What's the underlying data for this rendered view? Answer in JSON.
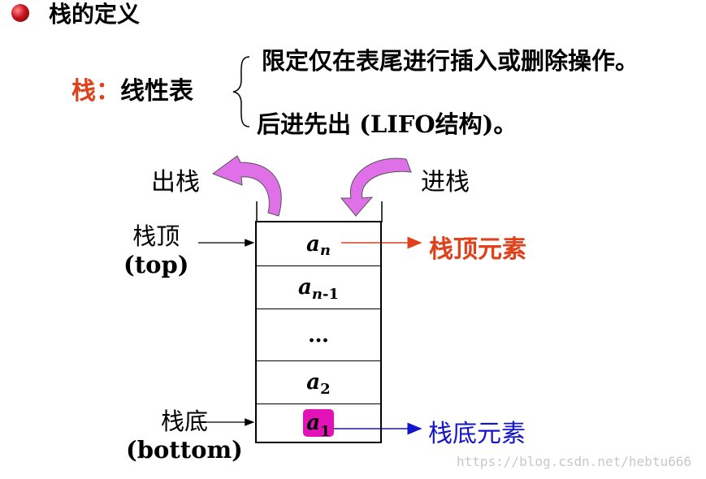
{
  "heading": "栈的定义",
  "term": {
    "name": "栈：",
    "kind": "线性表"
  },
  "rules": [
    "限定仅在表尾进行插入或删除操作。",
    "后进先出 (LIFO结构)。"
  ],
  "operations": {
    "pop": "出栈",
    "push": "进栈"
  },
  "pointers": {
    "top_cn": "栈顶",
    "top_en": "(top)",
    "bottom_cn": "栈底",
    "bottom_en": "(bottom)"
  },
  "cells": [
    {
      "base": "a",
      "sub": "n",
      "subnum": ""
    },
    {
      "base": "a",
      "sub": "n",
      "subnum": "-1"
    },
    {
      "base": "…",
      "sub": "",
      "subnum": ""
    },
    {
      "base": "a",
      "sub": "",
      "subnum": "2"
    },
    {
      "base": "a",
      "sub": "",
      "subnum": "1"
    }
  ],
  "element_labels": {
    "top": "栈顶元素",
    "bottom": "栈底元素"
  },
  "watermark": "https://blog.csdn.net/hebtu666",
  "colors": {
    "red": "#e0401a",
    "blue": "#1414cc",
    "magenta": "#e312b8",
    "arrow_fill": "#e070e8"
  }
}
